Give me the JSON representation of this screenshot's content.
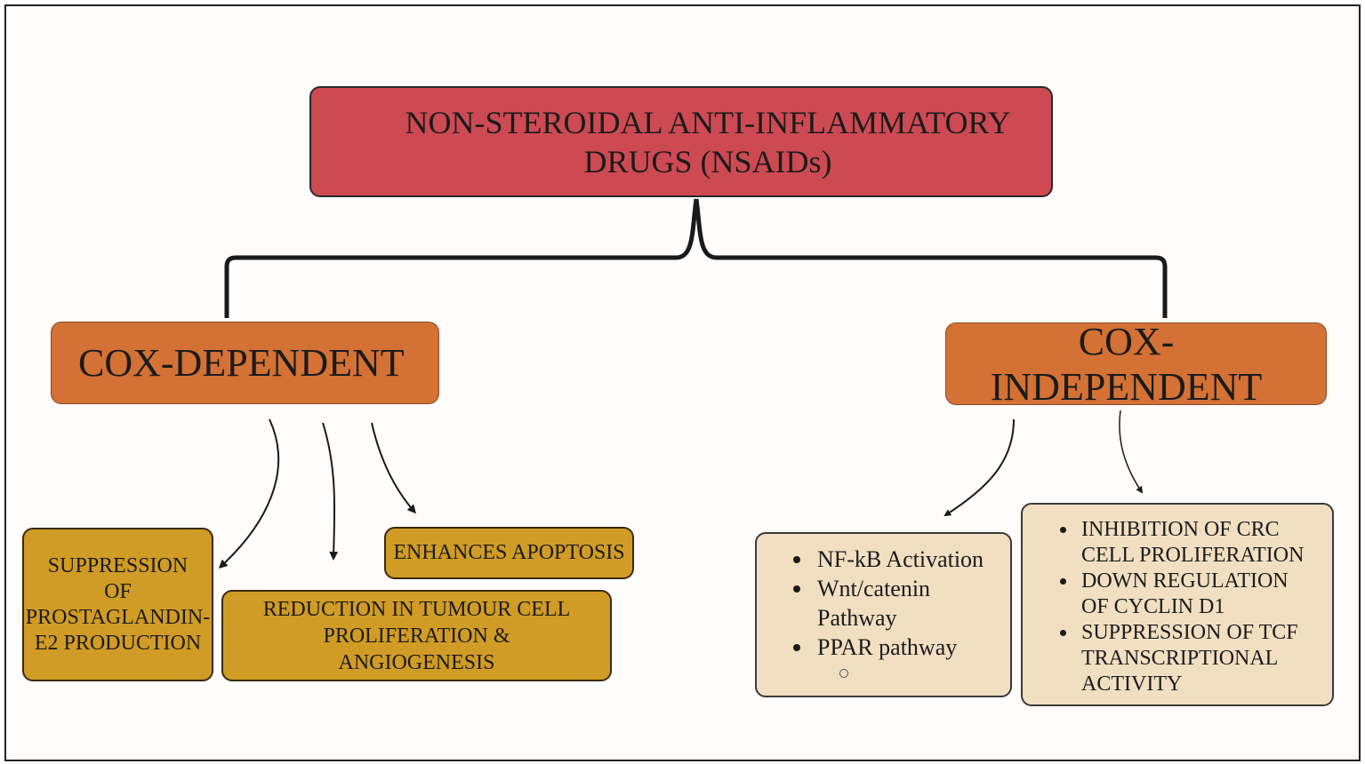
{
  "root": {
    "line1": "NON-STEROIDAL ANTI-INFLAMMATORY",
    "line2": "DRUGS (NSAIDs)"
  },
  "categories": {
    "dependent": "COX-DEPENDENT",
    "independent": "COX-INDEPENDENT"
  },
  "dependent_effects": {
    "suppression": [
      "SUPPRESSION",
      "OF",
      "PROSTAGLANDIN-",
      "E2 PRODUCTION"
    ],
    "reduction": [
      "REDUCTION IN TUMOUR CELL",
      "PROLIFERATION &",
      "ANGIOGENESIS"
    ],
    "apoptosis": "ENHANCES APOPTOSIS"
  },
  "independent_left": {
    "items": [
      "NF-kB Activation",
      "Wnt/catenin",
      "Pathway",
      "PPAR pathway"
    ]
  },
  "independent_right": {
    "items": [
      "INHIBITION OF CRC",
      "CELL PROLIFERATION",
      "DOWN REGULATION",
      "OF CYCLIN D1",
      "SUPPRESSION OF TCF",
      "TRANSCRIPTIONAL",
      "ACTIVITY"
    ]
  },
  "colors": {
    "root": "#cd4a53",
    "category": "#d47135",
    "effect": "#d19c25",
    "mechanism": "#f2dfc1"
  }
}
